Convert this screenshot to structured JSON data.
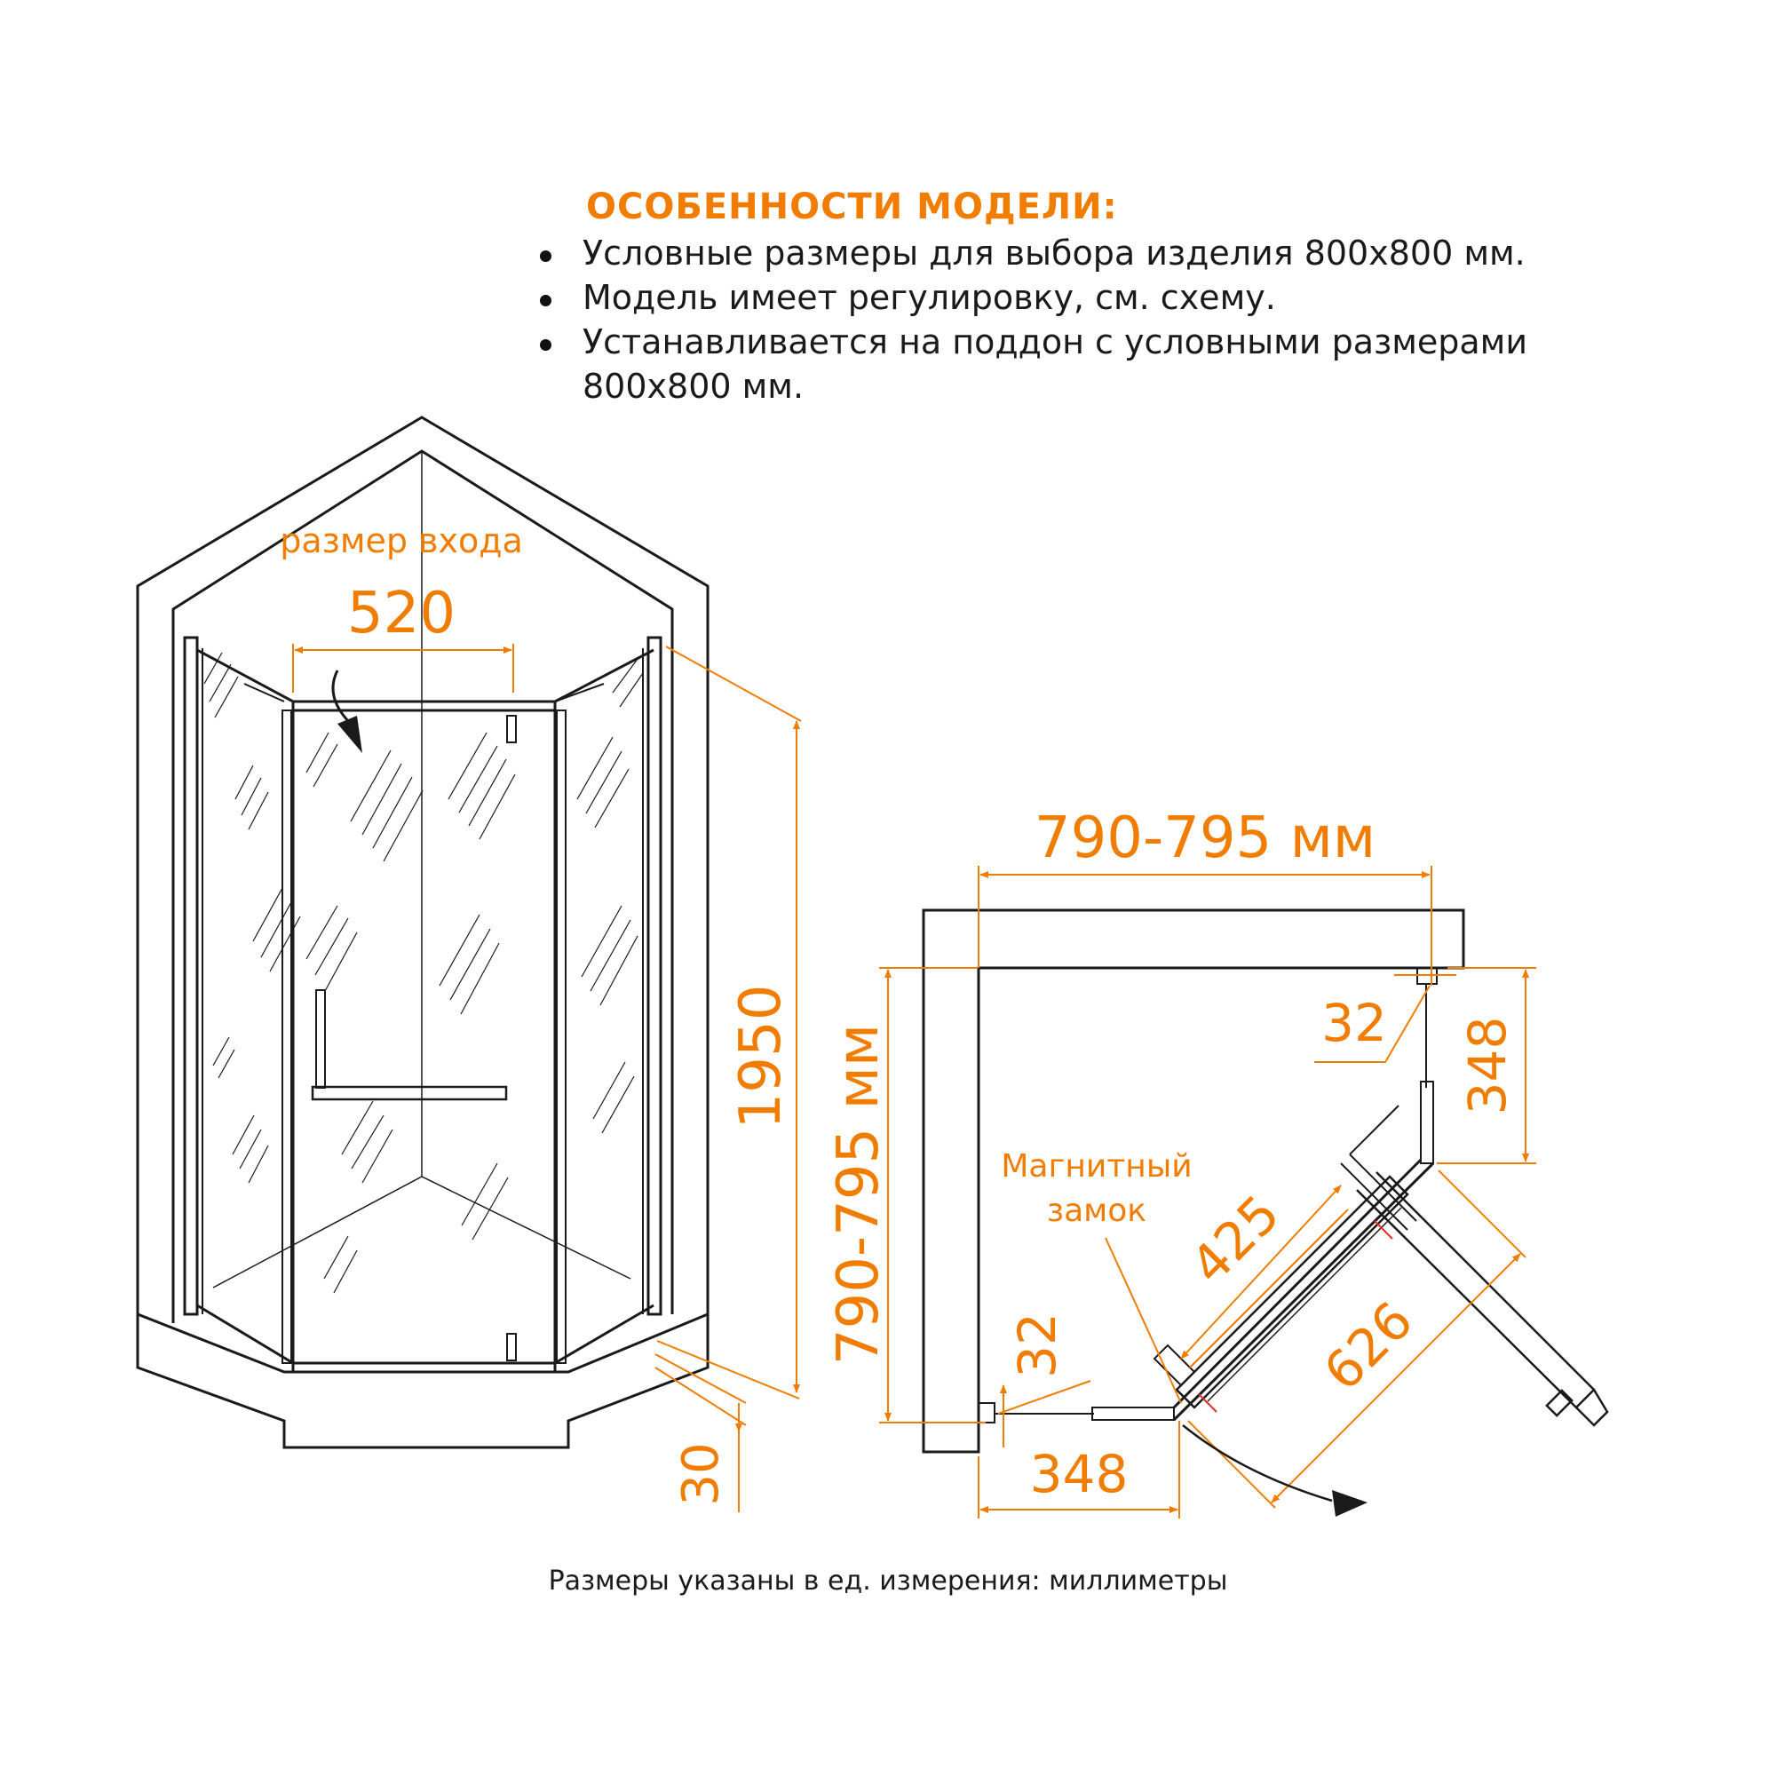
{
  "features": {
    "title": "ОСОБЕННОСТИ МОДЕЛИ:",
    "items": [
      "Условные размеры для выбора изделия 800х800 мм.",
      "Модель имеет регулировку, см. схему.",
      "Устанавливается на поддон с условными размерами 800х800 мм."
    ]
  },
  "front_view": {
    "entry_label": "размер входа",
    "entry_width": "520",
    "height": "1950",
    "tray_height": "30"
  },
  "plan_view": {
    "width": "790-795 мм",
    "depth": "790-795 мм",
    "offset_top": "32",
    "offset_left": "32",
    "side_panel_vertical": "348",
    "side_panel_horizontal": "348",
    "door_panel": "425",
    "diagonal": "626",
    "lock_label_line1": "Магнитный",
    "lock_label_line2": "замок"
  },
  "footnote": "Размеры указаны в ед. измерения: миллиметры",
  "colors": {
    "accent": "#f07d00",
    "line": "#1a1a1a",
    "lock_mark": "#e0302a"
  }
}
